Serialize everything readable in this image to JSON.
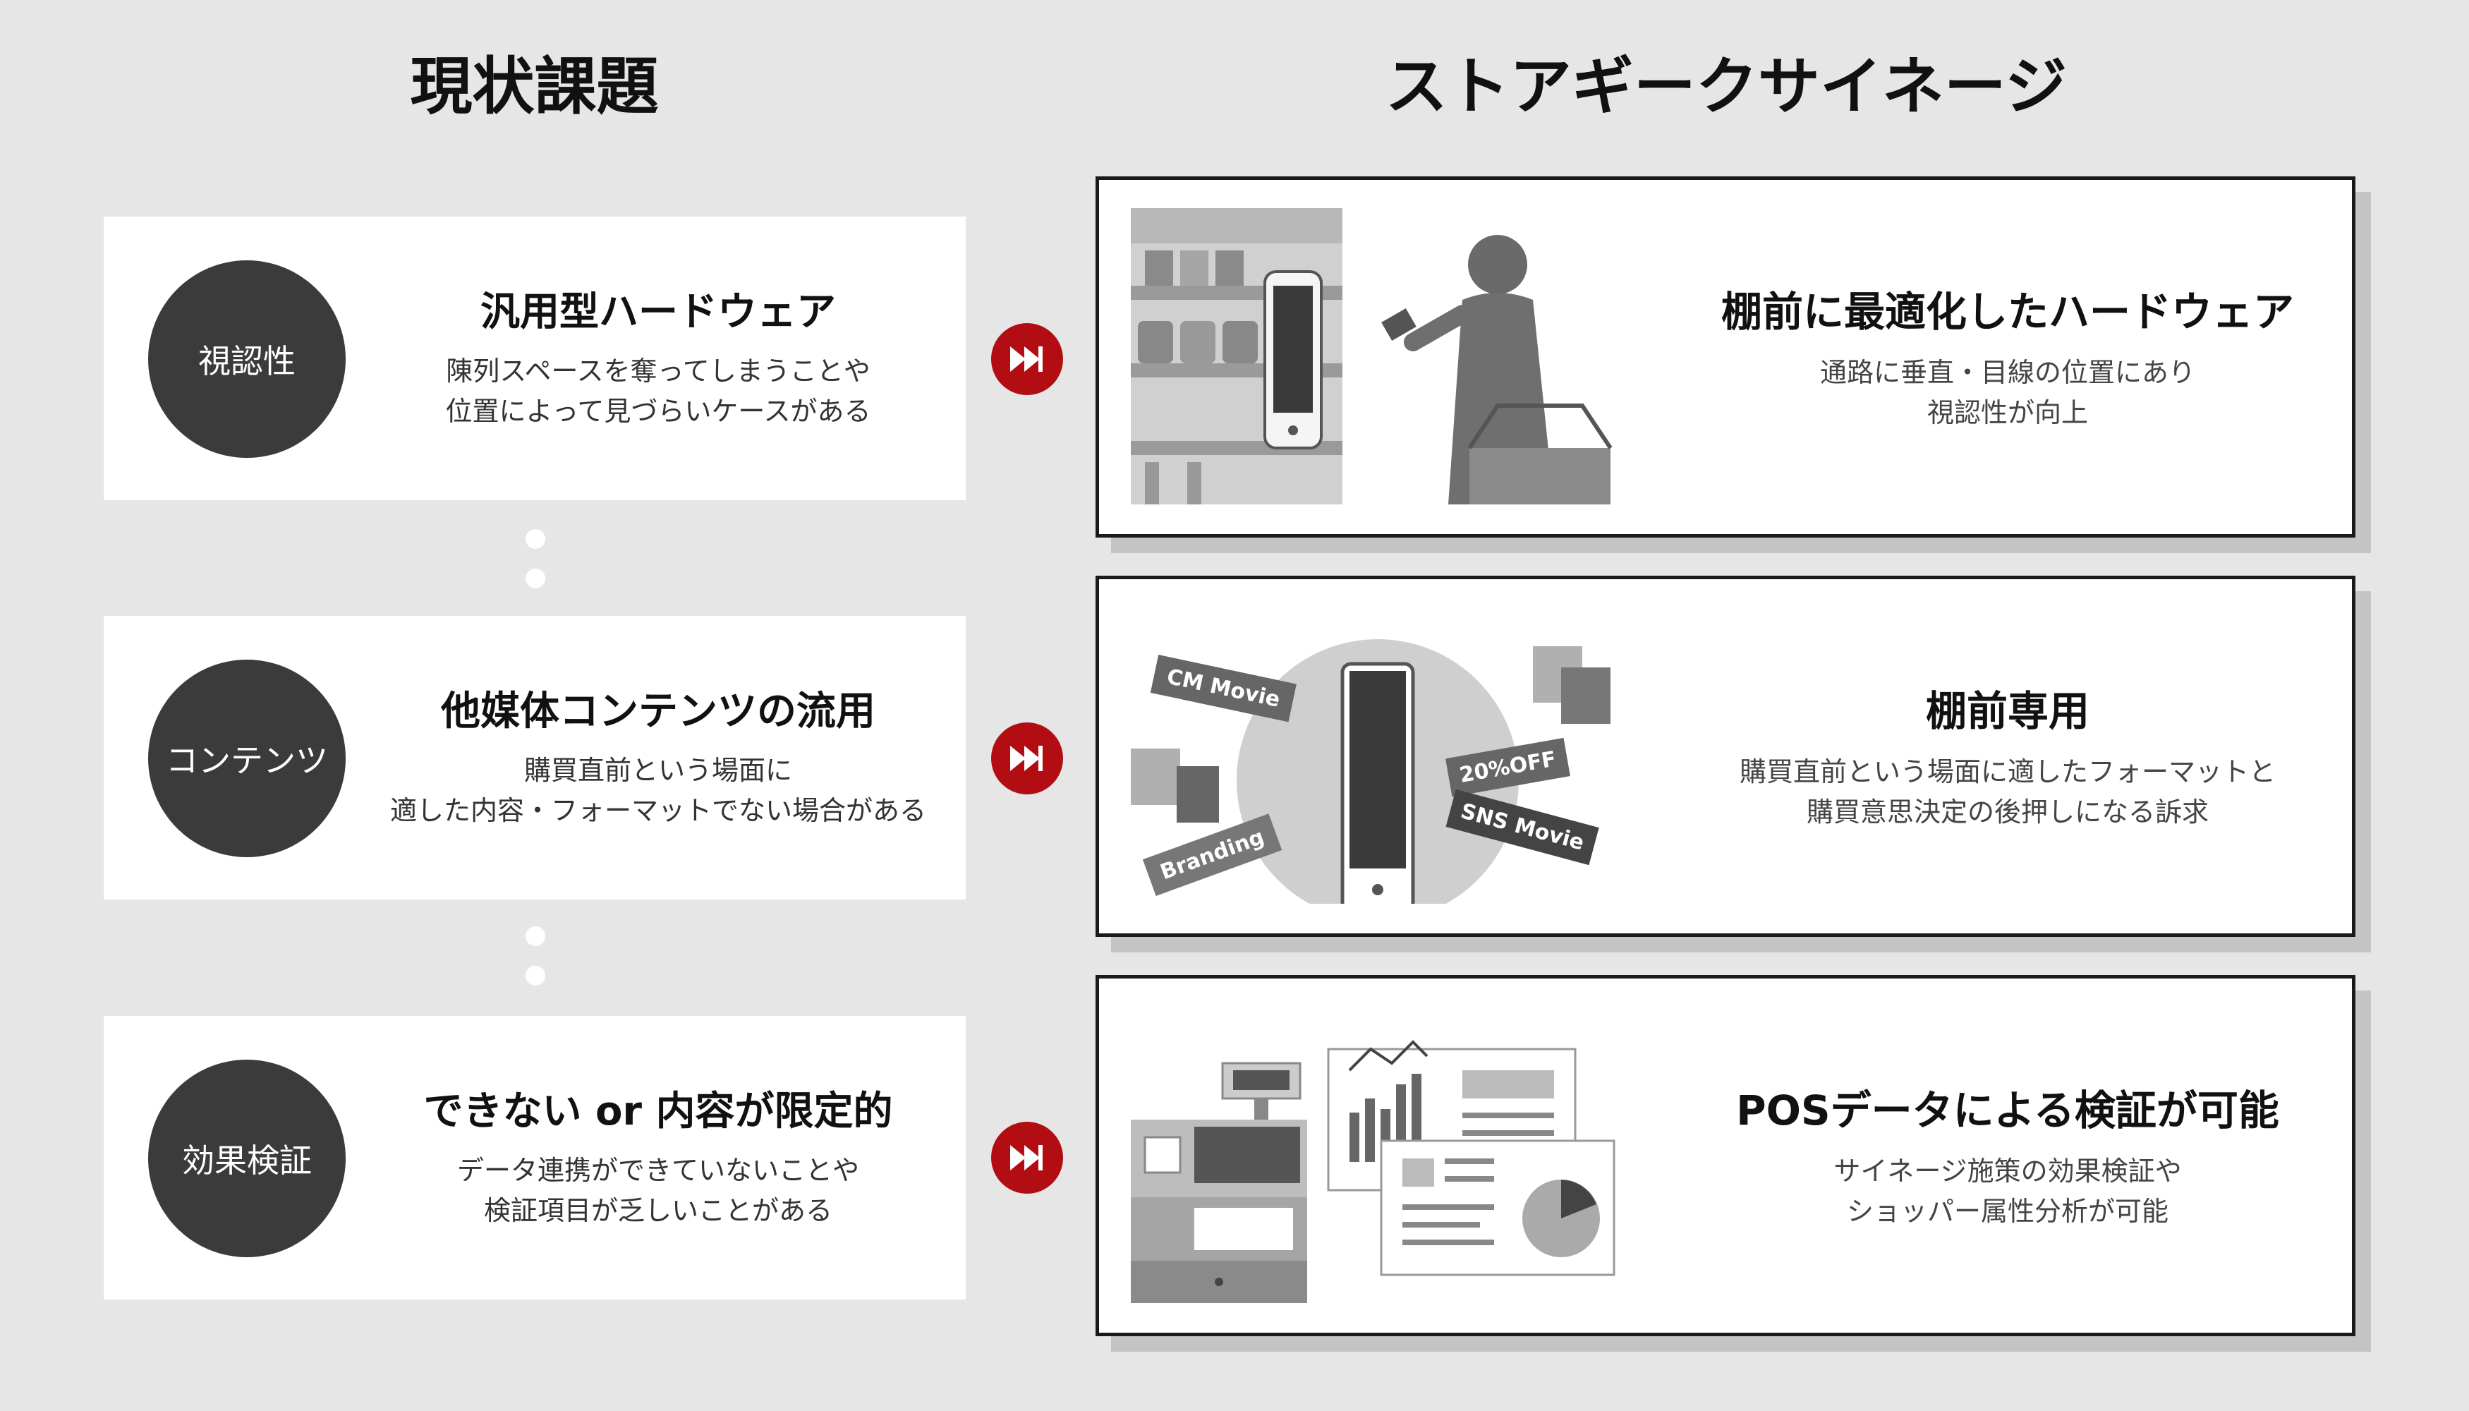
{
  "titles": {
    "left": "現状課題",
    "right": "ストアギークサイネージ"
  },
  "issues": [
    {
      "badge": "視認性",
      "heading": "汎用型ハードウェア",
      "description": "陳列スペースを奪ってしまうことや\n位置によって見づらいケースがある"
    },
    {
      "badge": "コンテンツ",
      "heading": "他媒体コンテンツの流用",
      "description": "購買直前という場面に\n適した内容・フォーマットでない場合がある"
    },
    {
      "badge": "効果検証",
      "heading": "できない or 内容が限定的",
      "description": "データ連携ができていないことや\n検証項目が乏しいことがある"
    }
  ],
  "solutions": [
    {
      "heading": "棚前に最適化したハードウェア",
      "description": "通路に垂直・目線の位置にあり\n視認性が向上",
      "illustration": "shelf-signage-shopper"
    },
    {
      "heading": "棚前専用",
      "description": "購買直前という場面に適したフォーマットと\n購買意思決定の後押しになる訴求",
      "illustration": "signage-content-tags",
      "tags": [
        "CM Movie",
        "20%OFF",
        "Branding",
        "SNS Movie"
      ]
    },
    {
      "heading": "POSデータによる検証が可能",
      "description": "サイネージ施策の効果検証や\nショッパー属性分析が可能",
      "illustration": "pos-register-reports"
    }
  ],
  "icons": {
    "arrow": "fast-forward-icon",
    "arrow_color": "#b30d14",
    "badge_color": "#3b3b3b"
  }
}
